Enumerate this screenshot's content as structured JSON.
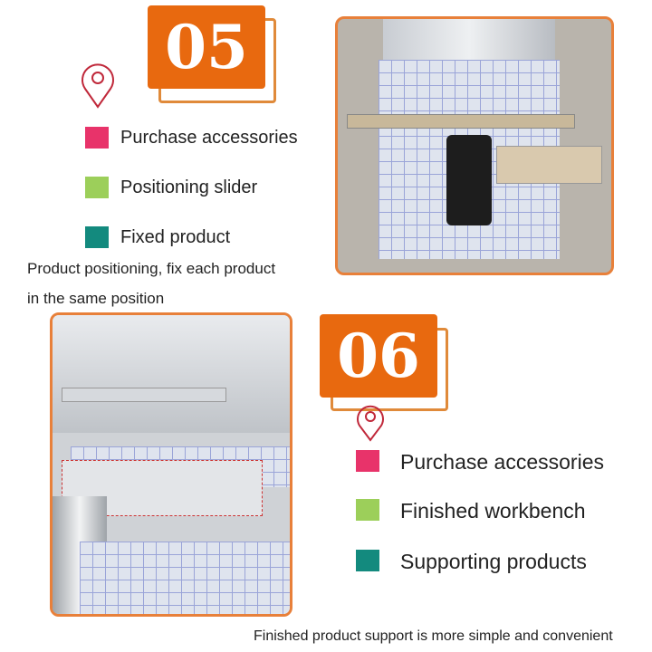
{
  "section05": {
    "number": "05",
    "legend": [
      {
        "label": "Purchase accessories",
        "color": "#e8336a"
      },
      {
        "label": "Positioning slider",
        "color": "#9ccf5a"
      },
      {
        "label": "Fixed product",
        "color": "#138a7e"
      }
    ],
    "caption_line1": "Product positioning, fix each product",
    "caption_line2": "in the same position"
  },
  "section06": {
    "number": "06",
    "legend": [
      {
        "label": "Purchase accessories",
        "color": "#e8336a"
      },
      {
        "label": "Finished workbench",
        "color": "#9ccf5a"
      },
      {
        "label": "Supporting products",
        "color": "#138a7e"
      }
    ],
    "caption": "Finished product support is more simple and convenient"
  },
  "colors": {
    "accent": "#e8690f",
    "pin": "#c0283a"
  }
}
